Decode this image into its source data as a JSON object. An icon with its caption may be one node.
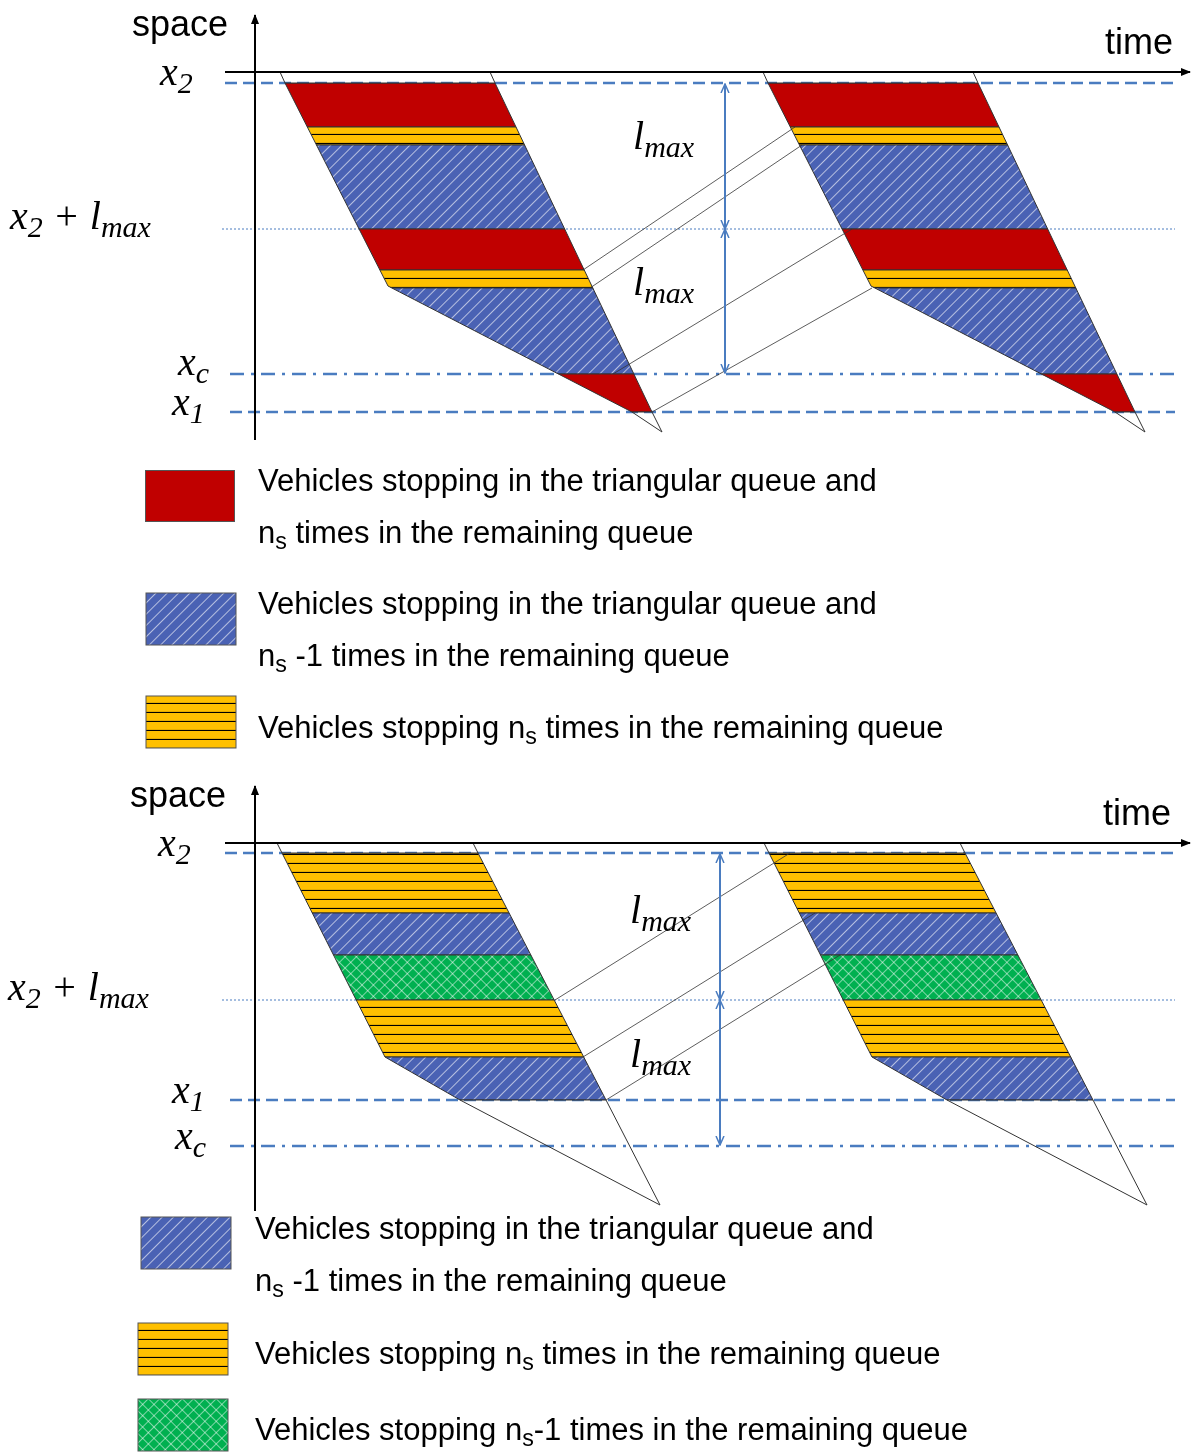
{
  "diagram": {
    "labels": [
      "space",
      "time",
      "x$_{2}$",
      "l$_{max}$",
      "x$_{2}$ + l$_{max}$",
      "l$_{max}$",
      "x$_{c}$",
      "x$_{1}$",
      "space",
      "time",
      "x$_{2}$",
      "l$_{max}$",
      "x$_{2}$ + l$_{max}$",
      "l$_{max}$",
      "x$_{1}$",
      "x$_{c}$"
    ],
    "legend": [
      {
        "text": "Vehicles stopping in the triangular queue and n$_{s}$ times in the remaining queue",
        "color": "#c00000"
      },
      {
        "text": "Vehicles stopping in the triangular queue and n$_{s}$ -1 times in the remaining queue"
      },
      {
        "text": "Vehicles stopping n$_{s}$ times in the remaining queue"
      },
      {
        "text": "Vehicles stopping in the triangular queue and n$_{s}$ -1 times in the remaining queue"
      },
      {
        "text": "Vehicles stopping n$_{s}$ times in the remaining queue"
      },
      {
        "text": "Vehicles stopping n$_{s}$-1 times in the remaining queue"
      }
    ]
  }
}
